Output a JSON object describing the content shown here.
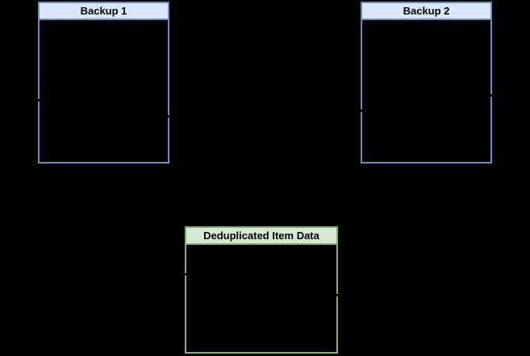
{
  "canvas": {
    "background": "#000000"
  },
  "nodes": [
    {
      "label": "Backup 1",
      "header_fill": "#dae8fc",
      "border_color": "#6c8ebf",
      "body_fill": "#000000",
      "label_color": "#000000"
    },
    {
      "label": "Backup 2",
      "header_fill": "#dae8fc",
      "border_color": "#6c8ebf",
      "body_fill": "#000000",
      "label_color": "#000000"
    },
    {
      "label": "Deduplicated Item Data",
      "header_fill": "#d5e8d4",
      "border_color": "#82b366",
      "body_fill": "#000000",
      "label_color": "#000000"
    }
  ],
  "connector_ticks": [
    {
      "node": "Backup 1",
      "side": "left"
    },
    {
      "node": "Backup 1",
      "side": "right"
    },
    {
      "node": "Backup 2",
      "side": "left"
    },
    {
      "node": "Backup 2",
      "side": "right"
    },
    {
      "node": "Deduplicated Item Data",
      "side": "left"
    },
    {
      "node": "Deduplicated Item Data",
      "side": "right"
    }
  ],
  "tick_color": "#000000"
}
